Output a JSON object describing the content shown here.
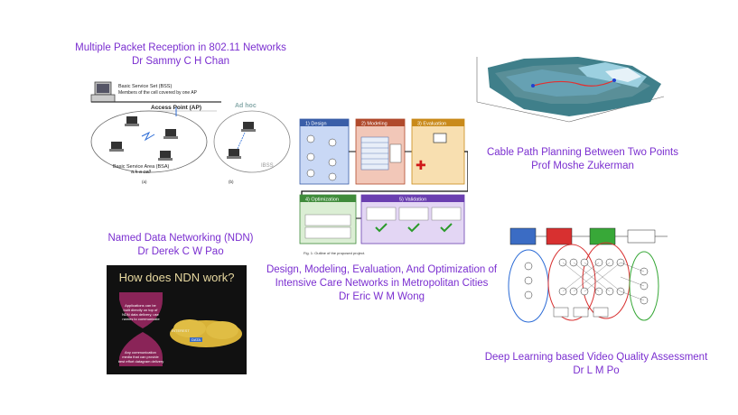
{
  "colors": {
    "caption": "#7b2fd0",
    "ndn_background": "#111111",
    "ndn_hourglass": "#8a2458",
    "ndn_cloud": "#d8b238"
  },
  "projects": [
    {
      "title": "Multiple Packet Reception in 802.11 Networks",
      "author": "Dr Sammy C H Chan",
      "figure": {
        "labels": {
          "bss": "Basic Service Set (BSS)",
          "bss_sub": "Members of the cell covered by one AP",
          "ap": "Access Point (AP)",
          "adhoc": "Ad hoc",
          "bsa": "Basic Service Area (BSA)",
          "bsa_sub": "a.k.a cell",
          "ibss": "IBSS",
          "a": "(a)",
          "b": "(b)"
        }
      }
    },
    {
      "title": "Cable Path Planning Between Two Points",
      "author": "Prof Moshe Zukerman"
    },
    {
      "title": "Named Data Networking (NDN)",
      "author": "Dr Derek C W Pao",
      "figure": {
        "title": "How does NDN work?",
        "top_text": "Applications can be built directly on top of NDN data delivery, use names to communicate",
        "bottom_text": "Any communication media that can provide best effort datagram delivery",
        "interest": "INTEREST",
        "data": "DATA"
      }
    },
    {
      "title": "Design, Modeling, Evaluation, And Optimization of",
      "title2": "Intensive Care Networks in Metropolitan Cities",
      "author": "Dr Eric W M Wong",
      "figure": {
        "step1": "1) Design",
        "step2": "2) Modeling",
        "step3": "3) Evaluation",
        "step4": "4) Optimization",
        "step5": "5) Validation",
        "fig_caption": "Fig. 1: Outline of the proposed project."
      }
    },
    {
      "title": "Deep Learning based Video Quality Assessment",
      "author": "Dr L M Po"
    }
  ]
}
